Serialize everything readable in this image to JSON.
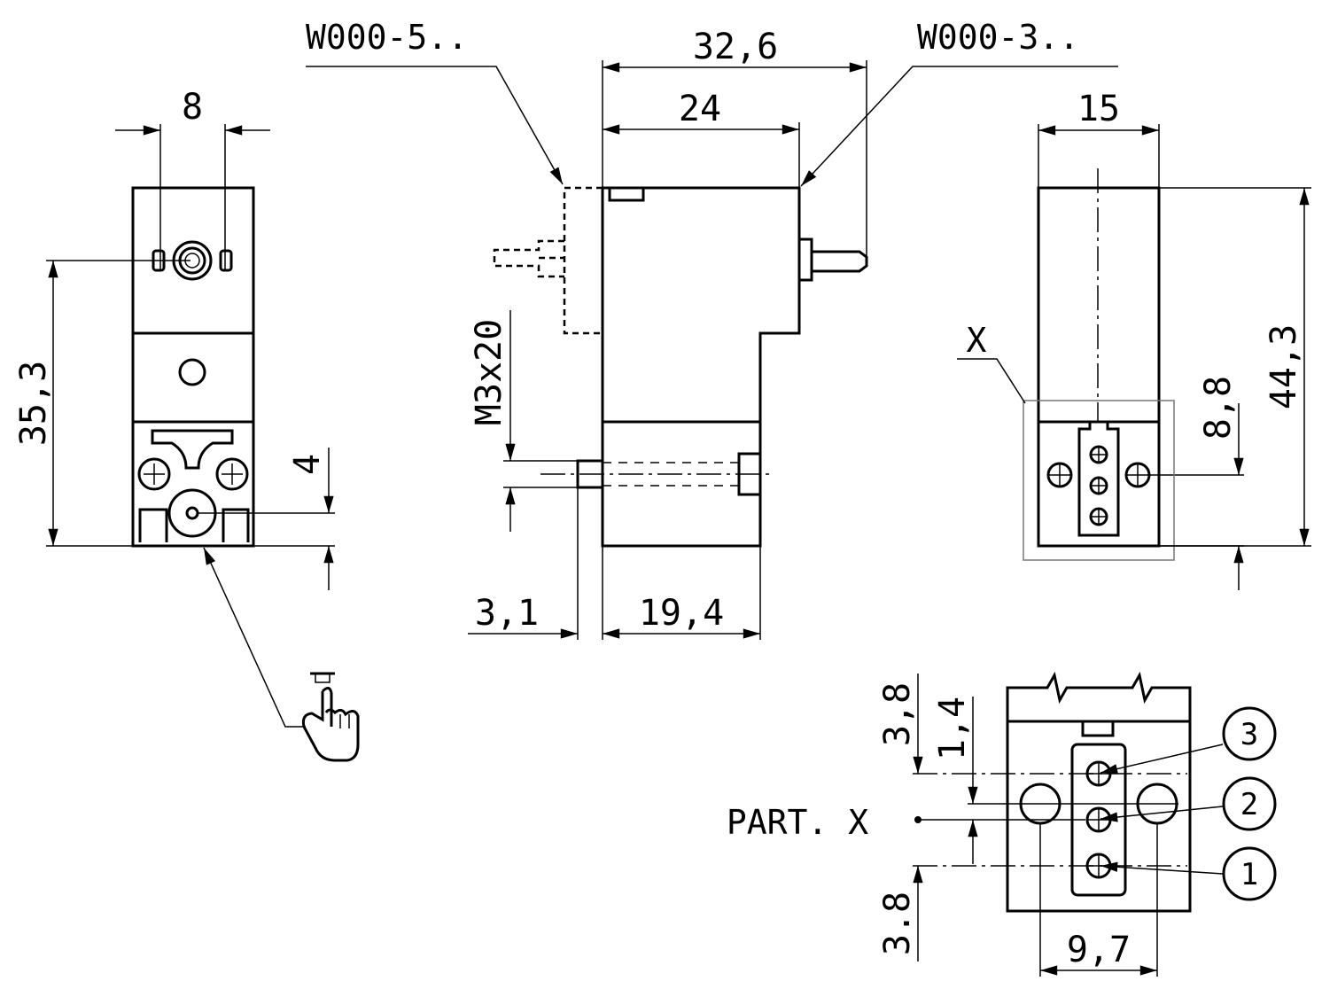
{
  "callouts": {
    "w000_5": "W000-5..",
    "w000_3": "W000-3.."
  },
  "dimensions": {
    "width_8": "8",
    "height_35_3": "35,3",
    "offset_4": "4",
    "length_32_6": "32,6",
    "length_24": "24",
    "thread_m3x20": "M3x20",
    "length_3_1": "3,1",
    "length_19_4": "19,4",
    "width_15": "15",
    "height_44_3": "44,3",
    "height_8_8": "8,8",
    "pitch_3_8_top": "3,8",
    "pitch_1_4": "1,4",
    "pitch_3_8_bottom": "3.8",
    "width_9_7": "9,7"
  },
  "detail": {
    "marker": "X",
    "title": "PART. X",
    "ports": [
      "1",
      "2",
      "3"
    ]
  },
  "icons": {
    "manual_override": "hand-push-button-icon"
  }
}
